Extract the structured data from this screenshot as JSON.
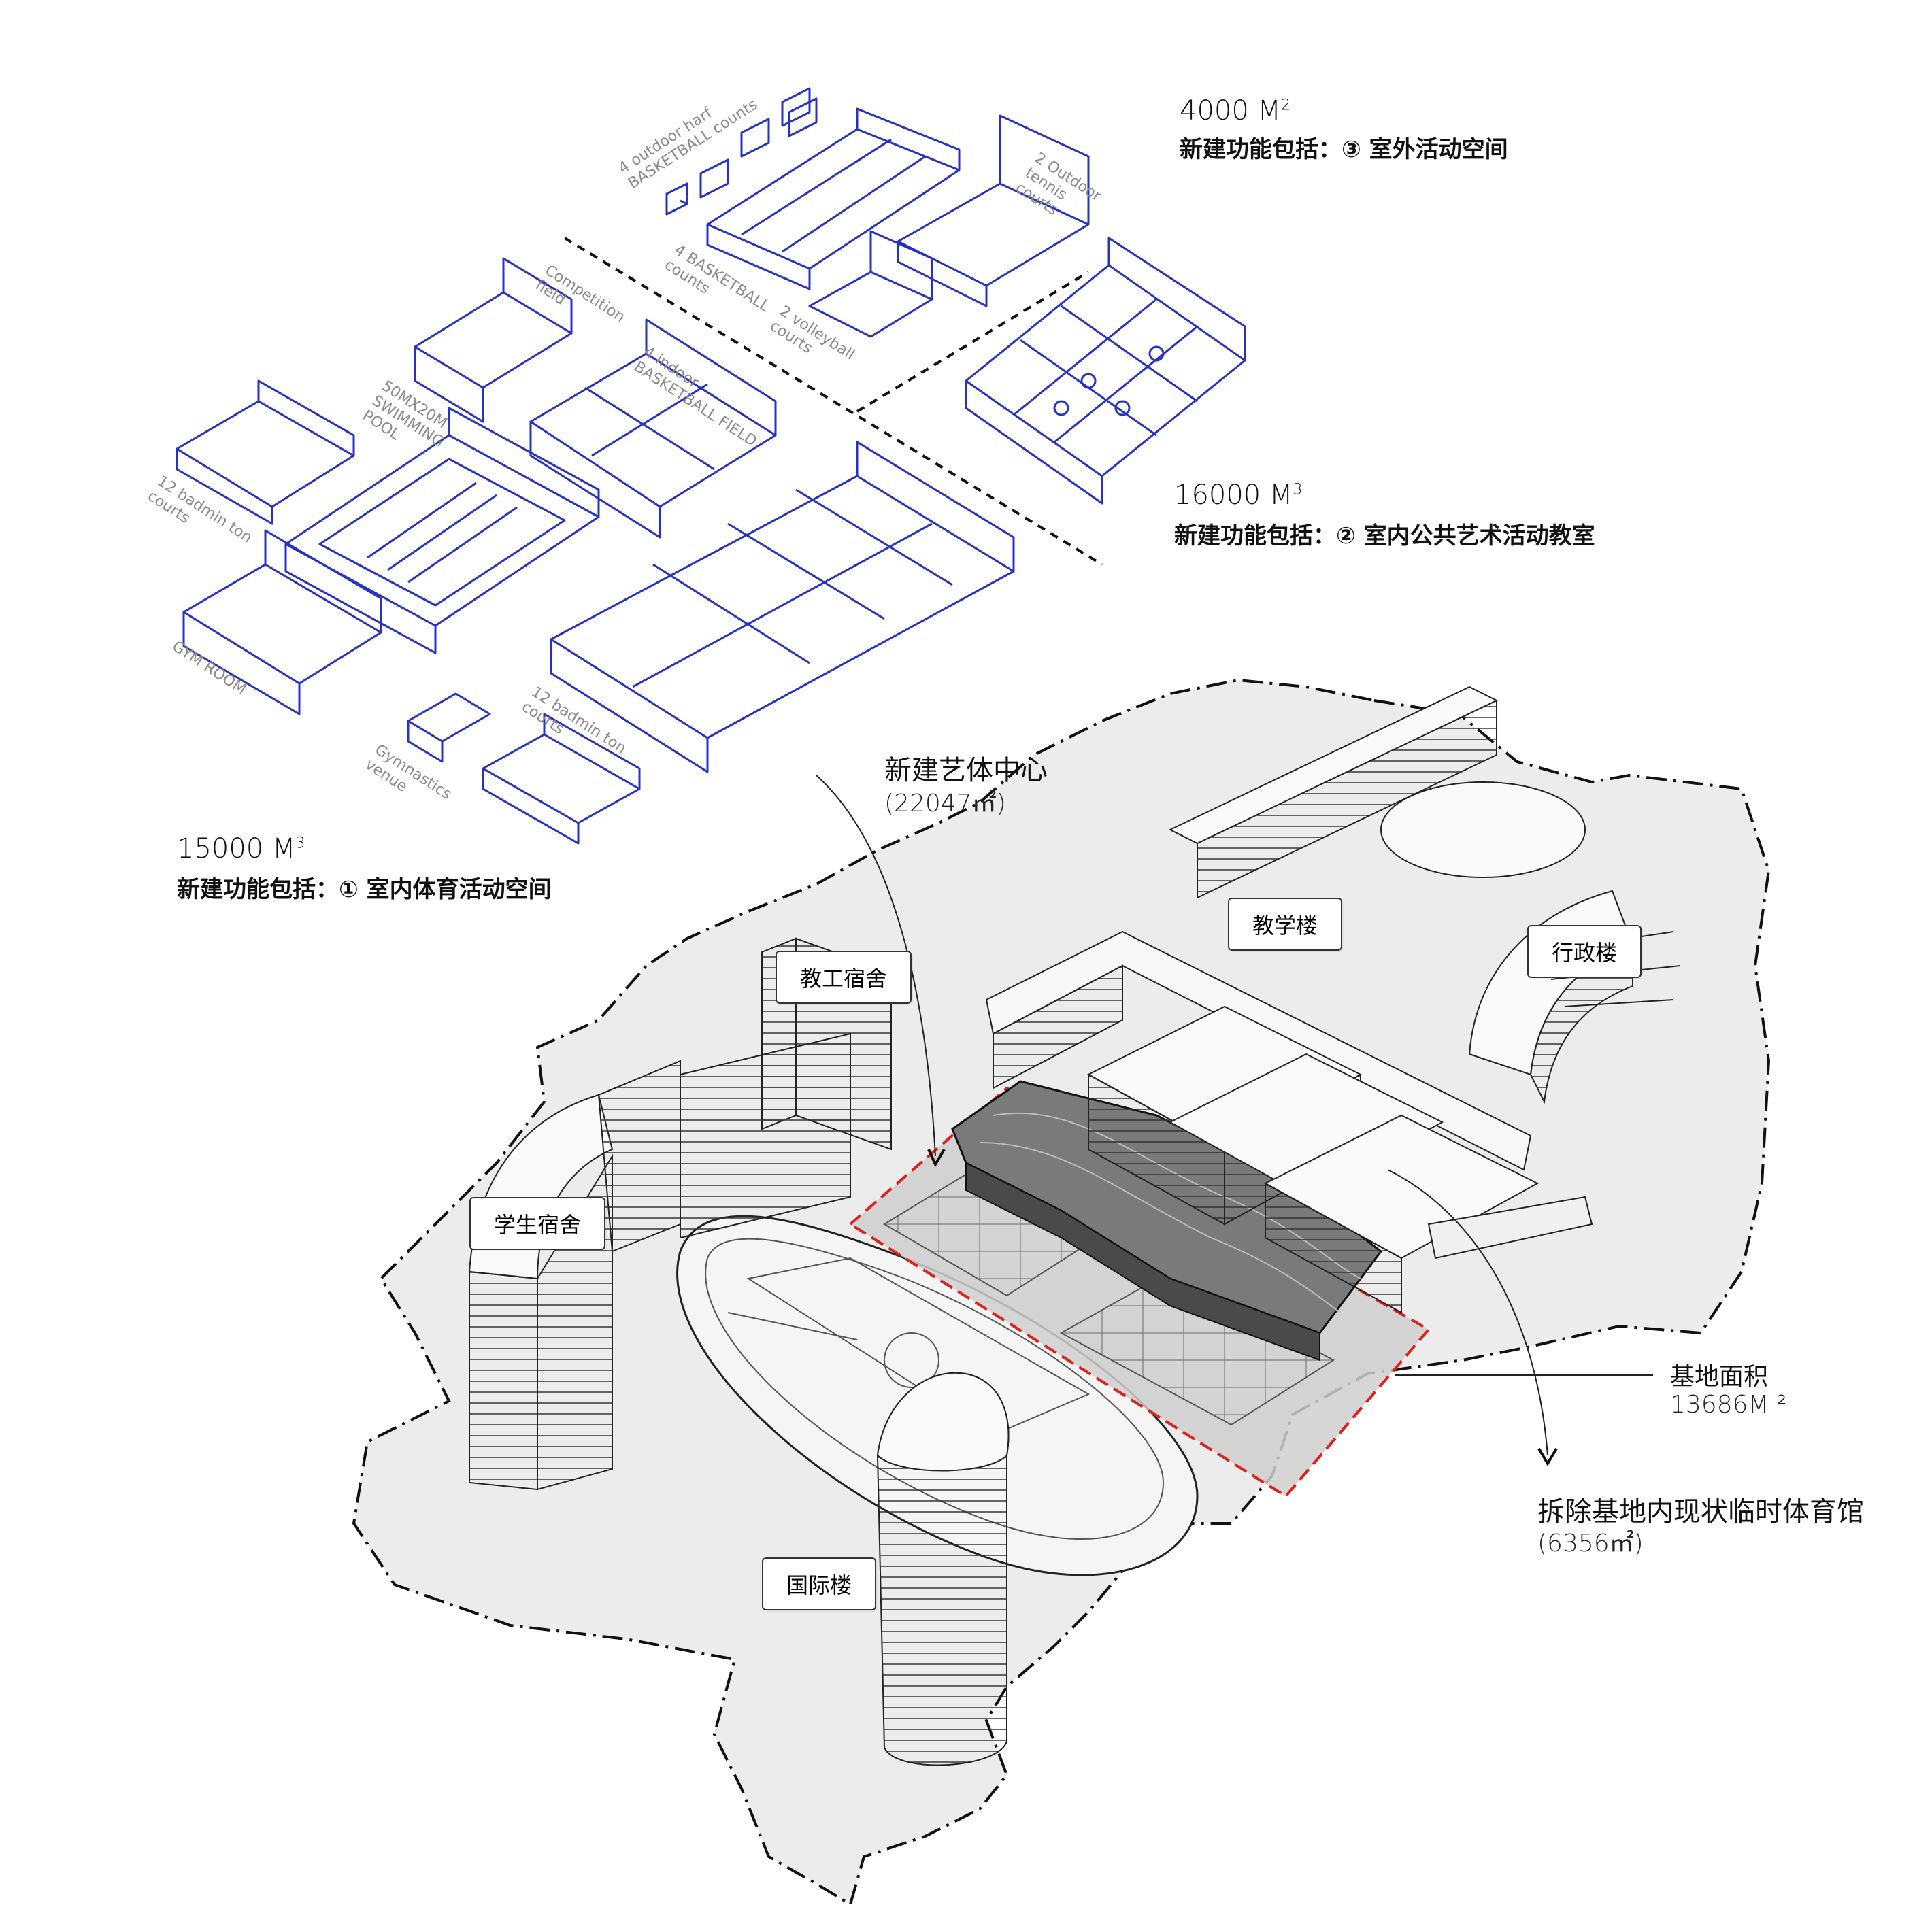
{
  "outdoor": {
    "volume": "4000 M",
    "volume_sup": "2",
    "functions": "新建功能包括：③ 室外活动空间"
  },
  "art": {
    "volume": "16000 M",
    "volume_sup": "3",
    "functions": "新建功能包括：② 室内公共艺术活动教室"
  },
  "sports": {
    "volume": "15000 M",
    "volume_sup": "3",
    "functions": "新建功能包括：① 室内体育活动空间"
  },
  "center": {
    "title": "新建艺体中心",
    "area": "(22047㎡)"
  },
  "site": {
    "title": "基地面积",
    "area": "13686M ²"
  },
  "demolish": {
    "title": "拆除基地内现状临时体育馆",
    "area": "(6356㎡)"
  },
  "buildings": {
    "teaching": "教学楼",
    "admin": "行政楼",
    "staff_dorm": "教工宿舍",
    "student_dorm": "学生宿舍",
    "international": "国际楼"
  },
  "modules": {
    "half_basketball": [
      "4 outdoor harf",
      "BASKETBALL counts"
    ],
    "tennis": [
      "2 Outdoor",
      "tennis",
      "courts"
    ],
    "basketball": [
      "4 BASKETBALL",
      "counts"
    ],
    "volleyball": [
      "2 volleyball",
      "courts"
    ],
    "competition": [
      "Competition",
      "field"
    ],
    "indoor_basketball": [
      "4 indoor",
      "BASKETBALL FIELD"
    ],
    "swimming": [
      "50MX20M",
      "SWIMMING",
      "POOL"
    ],
    "badminton_a": [
      "12 badmin ton",
      "courts"
    ],
    "gym": [
      "GYM ROOM"
    ],
    "badminton_b": [
      "12 badmin ton",
      "courts"
    ],
    "gymnastics": [
      "Gymnastics",
      "venue"
    ]
  },
  "colors": {
    "module_stroke": "#2632c4",
    "site_fill": "#ececec",
    "boundary_red": "#e0201b",
    "roof": "#7a7a7a",
    "label_gray": "#8a8a8a"
  }
}
